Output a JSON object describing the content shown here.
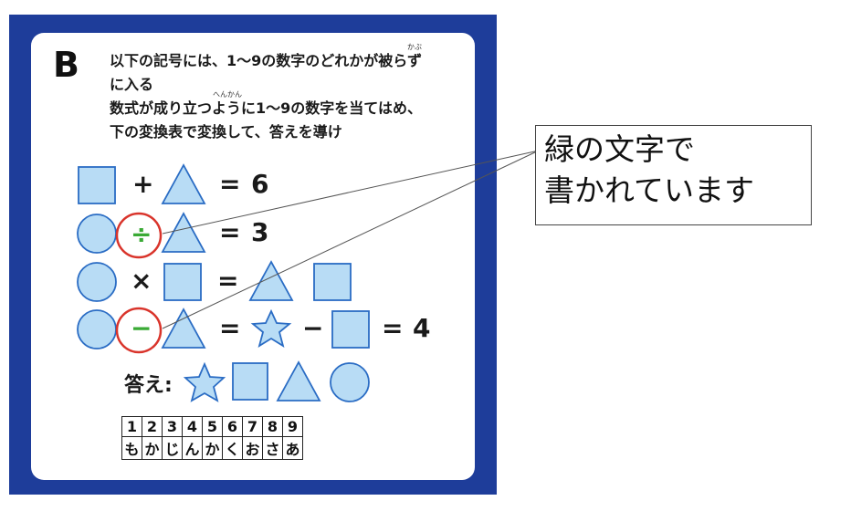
{
  "problem": {
    "letter": "B",
    "instruction_lines": [
      "以下の記号には、1〜9の数字のどれかが被らず",
      "に入る",
      "数式が成り立つように1〜9の数字を当てはめ、",
      "下の変換表で変換して、答えを導け"
    ],
    "ruby_kaburazu": "かぶ",
    "ruby_henkan": "へんかん",
    "equations": [
      {
        "op1": "+",
        "eq": "=",
        "result": "6"
      },
      {
        "op1": "÷",
        "eq": "=",
        "result": "3"
      },
      {
        "op1": "×",
        "eq": "="
      },
      {
        "op1": "−",
        "eq": "=",
        "op2": "−",
        "eq2": "=",
        "result": "4"
      }
    ],
    "answer_label": "答え:",
    "conversion_table": {
      "numbers": [
        "1",
        "2",
        "3",
        "4",
        "5",
        "6",
        "7",
        "8",
        "9"
      ],
      "kana": [
        "も",
        "か",
        "じ",
        "ん",
        "か",
        "く",
        "お",
        "さ",
        "あ"
      ]
    }
  },
  "annotation": {
    "lines": [
      "緑の文字で",
      "書かれています"
    ]
  },
  "colors": {
    "frame": "#1e3d9a",
    "shape_fill": "#b8dcf5",
    "shape_stroke": "#2a6cc4",
    "green_symbol": "#3aaa35",
    "highlight_circle": "#d9342b"
  }
}
